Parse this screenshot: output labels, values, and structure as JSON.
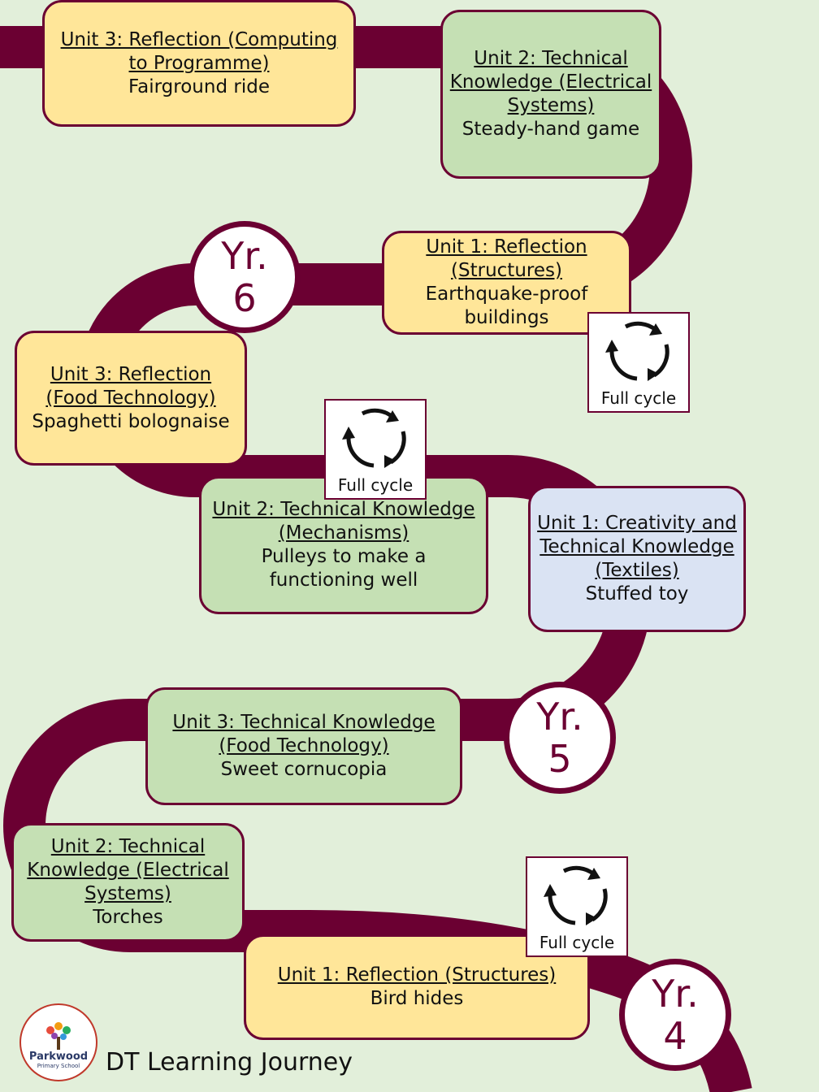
{
  "road_color": "#6b0032",
  "units": [
    {
      "id": "y6u3",
      "title": "Unit 3: Reflection (Computing to Programme)",
      "subtitle": "Fairground ride",
      "color": "#ffe699"
    },
    {
      "id": "y6u2",
      "title": "Unit 2: Technical Knowledge (Electrical Systems)",
      "subtitle": "Steady-hand game",
      "color": "#c5e0b4"
    },
    {
      "id": "y6u1",
      "title": "Unit 1: Reflection (Structures)",
      "subtitle": "Earthquake-proof buildings",
      "color": "#ffe699"
    },
    {
      "id": "y5u3",
      "title": "Unit 3: Reflection (Food Technology)",
      "subtitle": "Spaghetti bolognaise",
      "color": "#ffe699"
    },
    {
      "id": "y5u2",
      "title": "Unit 2: Technical Knowledge (Mechanisms)",
      "subtitle": "Pulleys to make a functioning well",
      "color": "#c5e0b4"
    },
    {
      "id": "y5u1",
      "title": "Unit 1: Creativity and Technical Knowledge (Textiles)",
      "subtitle": "Stuffed toy",
      "color": "#dae3f3"
    },
    {
      "id": "y4u3",
      "title": "Unit 3: Technical Knowledge (Food Technology)",
      "subtitle": "Sweet cornucopia",
      "color": "#c5e0b4"
    },
    {
      "id": "y4u2",
      "title": "Unit 2: Technical Knowledge (Electrical Systems)",
      "subtitle": "Torches",
      "color": "#c5e0b4"
    },
    {
      "id": "y4u1",
      "title": "Unit 1: Reflection (Structures)",
      "subtitle": "Bird hides",
      "color": "#ffe699"
    }
  ],
  "years": [
    {
      "line1": "Yr.",
      "line2": "6"
    },
    {
      "line1": "Yr.",
      "line2": "5"
    },
    {
      "line1": "Yr.",
      "line2": "4"
    }
  ],
  "cycle_badge": {
    "label": "Full cycle",
    "icon": "cycle-arrows-icon"
  },
  "logo": {
    "name": "Parkwood",
    "subtitle": "Primary School"
  },
  "page_title": "DT Learning Journey"
}
